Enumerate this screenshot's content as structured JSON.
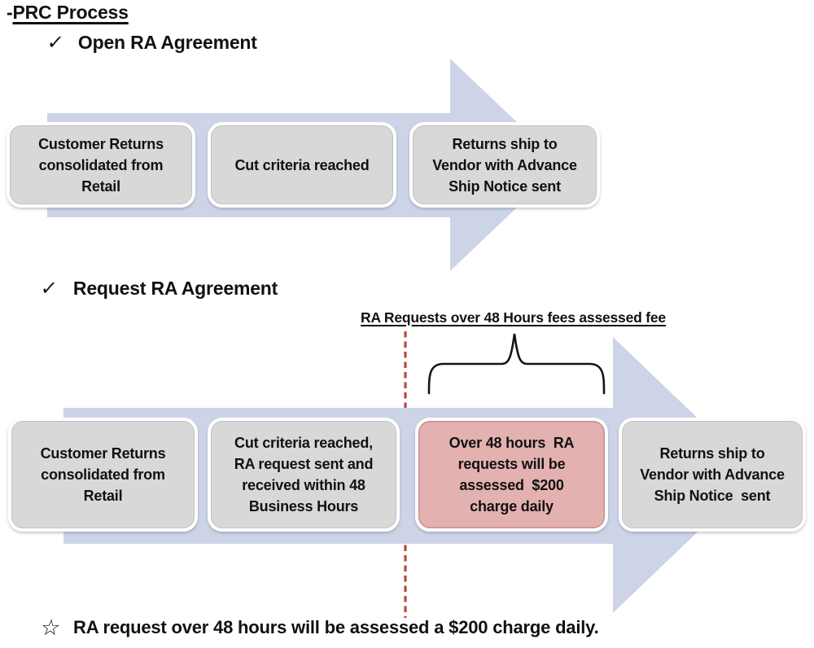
{
  "page": {
    "title_prefix": "-",
    "title": "PRC Process"
  },
  "icons": {
    "checkmark": "✓",
    "star": "☆"
  },
  "colors": {
    "arrow": "#cdd4e7",
    "box_gray": "#d8d8d8",
    "box_pink": "#e3b1b0",
    "pink_edge": "#c9908e",
    "dashed_line": "#b9493f"
  },
  "flow_open": {
    "heading": "Open RA Agreement",
    "steps": [
      {
        "label": "Customer Returns\nconsolidated from\nRetail"
      },
      {
        "label": "Cut criteria reached"
      },
      {
        "label": "Returns ship to\nVendor with Advance\nShip Notice sent"
      }
    ]
  },
  "flow_request": {
    "heading": "Request RA Agreement",
    "annotation_label": "RA Requests over 48 Hours fees assessed fee",
    "steps": [
      {
        "label": "Customer Returns\nconsolidated from\nRetail"
      },
      {
        "label": "Cut criteria reached,\nRA request sent and\nreceived within 48\nBusiness Hours"
      },
      {
        "label": "Over 48 hours  RA\nrequests will be\nassessed  $200\ncharge daily",
        "highlighted": true
      },
      {
        "label": "Returns ship to\nVendor with Advance\nShip Notice  sent"
      }
    ]
  },
  "footer": {
    "note": "RA request over 48 hours will be assessed a $200 charge daily."
  }
}
